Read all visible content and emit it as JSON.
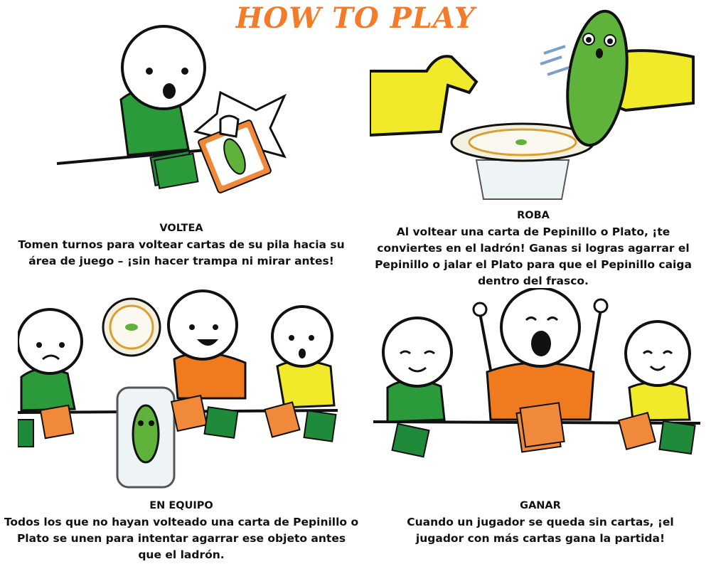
{
  "title": "HOW TO PLAY",
  "colors": {
    "title": "#f47b2a",
    "green_shirt": "#2a9a3a",
    "orange_shirt": "#f07a1e",
    "yellow": "#f0ea2a",
    "pickle": "#5fb23a",
    "card_orange": "#f08a3a",
    "card_green": "#1f8a3a"
  },
  "steps": [
    {
      "heading": "VOLTEA",
      "text": "Tomen turnos para voltear cartas de su pila hacia su área de juego – ¡sin hacer trampa ni mirar antes!",
      "illustration": "player-flipping-card"
    },
    {
      "heading": "ROBA",
      "text": "Al voltear una carta de Pepinillo o Plato, ¡te conviertes en el ladrón! Ganas si logras agarrar el Pepinillo o jalar el Plato para que el Pepinillo caiga dentro del frasco.",
      "illustration": "hand-grabbing-pickle"
    },
    {
      "heading": "EN EQUIPO",
      "text": "Todos los que no hayan volteado una carta de Pepinillo o Plato se unen para intentar agarrar ese objeto antes que el ladrón.",
      "illustration": "team-grabbing-plate"
    },
    {
      "heading": "GANAR",
      "text": "Cuando un jugador se queda sin cartas, ¡el jugador con más cartas gana la partida!",
      "illustration": "player-celebrating-win"
    }
  ]
}
